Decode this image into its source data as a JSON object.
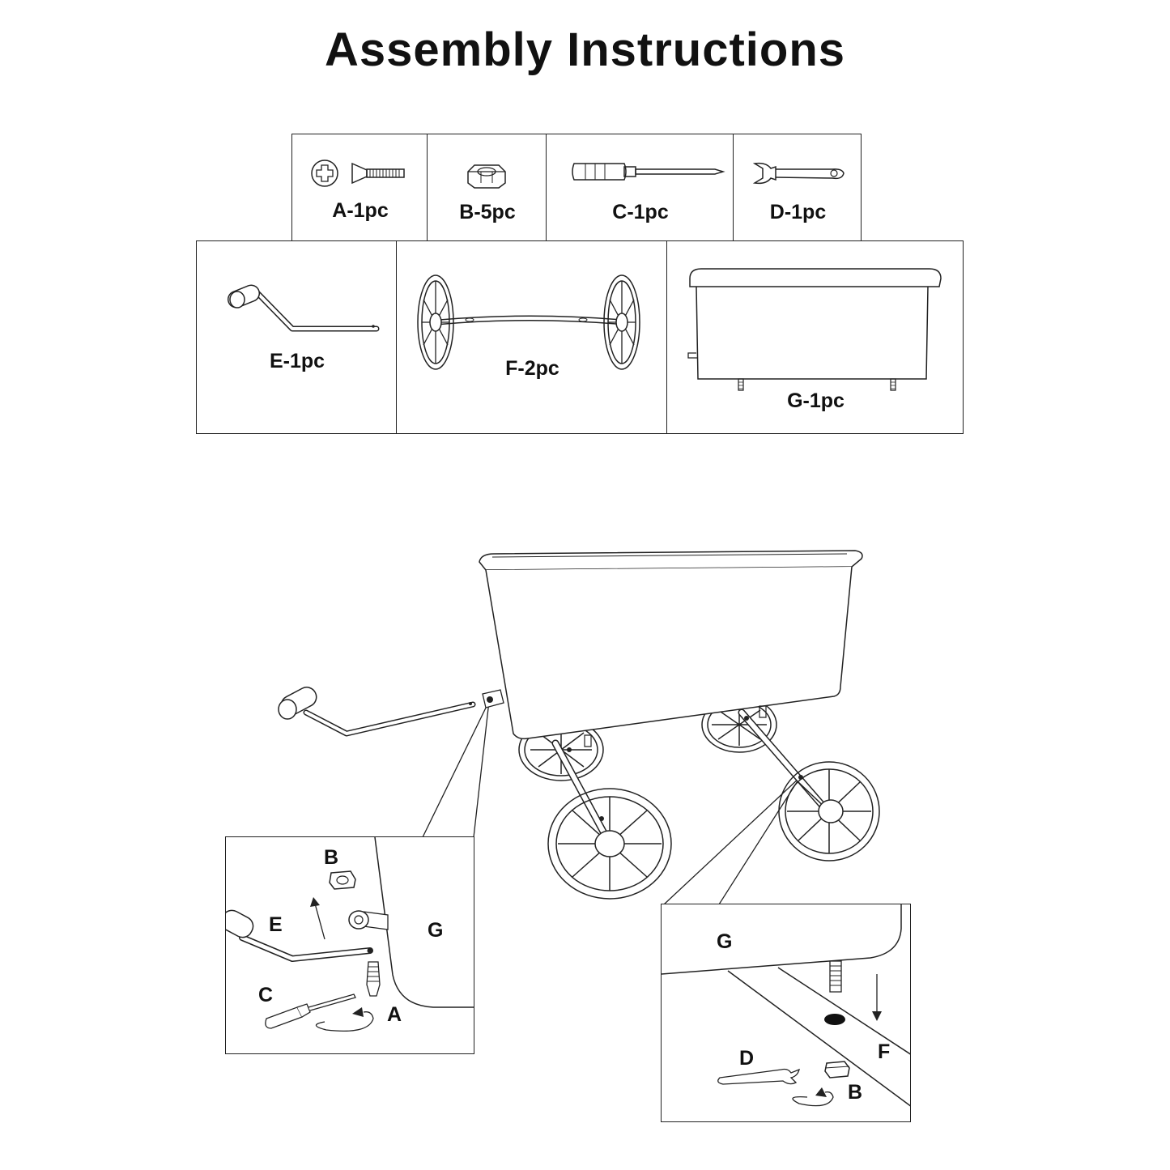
{
  "title": "Assembly Instructions",
  "parts": {
    "A": "A-1pc",
    "B": "B-5pc",
    "C": "C-1pc",
    "D": "D-1pc",
    "E": "E-1pc",
    "F": "F-2pc",
    "G": "G-1pc"
  },
  "detail_left": {
    "B": "B",
    "E": "E",
    "G": "G",
    "C": "C",
    "A": "A"
  },
  "detail_right": {
    "G": "G",
    "F": "F",
    "D": "D",
    "B": "B"
  }
}
